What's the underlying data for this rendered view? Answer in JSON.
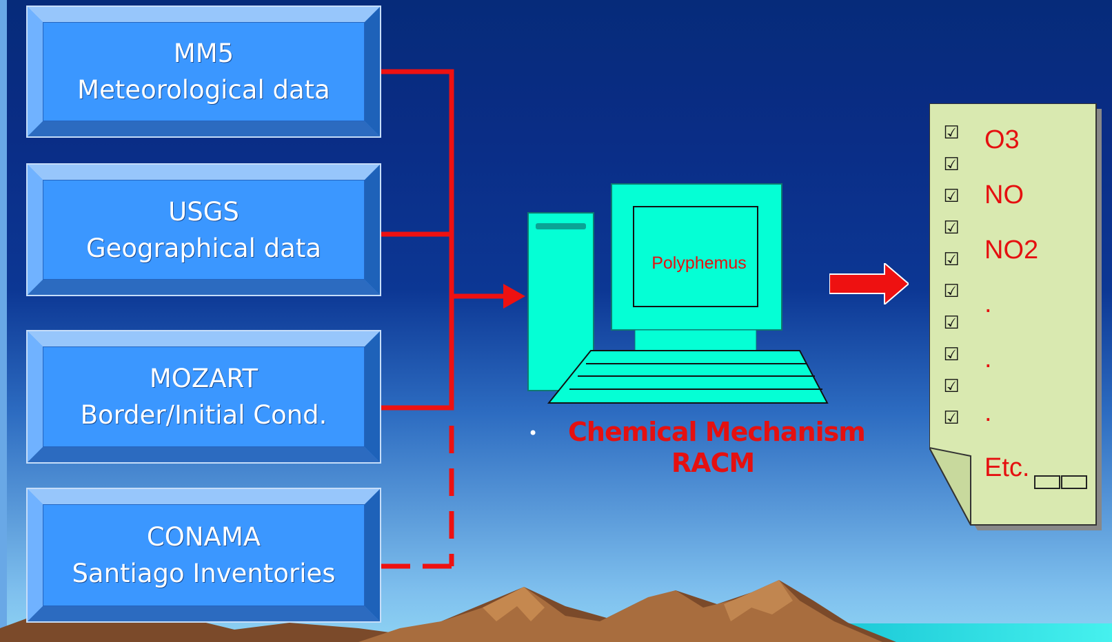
{
  "inputs": [
    {
      "title": "MM5",
      "subtitle": "Meteorological data"
    },
    {
      "title": "USGS",
      "subtitle": "Geographical data"
    },
    {
      "title": "MOZART",
      "subtitle": "Border/Initial Cond."
    },
    {
      "title": "CONAMA",
      "subtitle": "Santiago Inventories"
    }
  ],
  "computer": {
    "screen_label": "Polyphemus"
  },
  "mechanism": {
    "bullet": "•",
    "line1": "Chemical Mechanism",
    "line2": "RACM"
  },
  "outputs": {
    "items": [
      "O3",
      "NO",
      "NO2",
      ".",
      ".",
      "."
    ],
    "etc": "Etc."
  },
  "colors": {
    "box_blue": "#3a96ff",
    "connector_red": "#ee1111",
    "computer_teal": "#05ffd5",
    "doc_green": "#d9e9b0",
    "label_red": "#e51010"
  },
  "icons": {
    "checkbox": "checked-checkbox-icon",
    "computer": "computer-icon",
    "arrow": "right-arrow-icon"
  }
}
